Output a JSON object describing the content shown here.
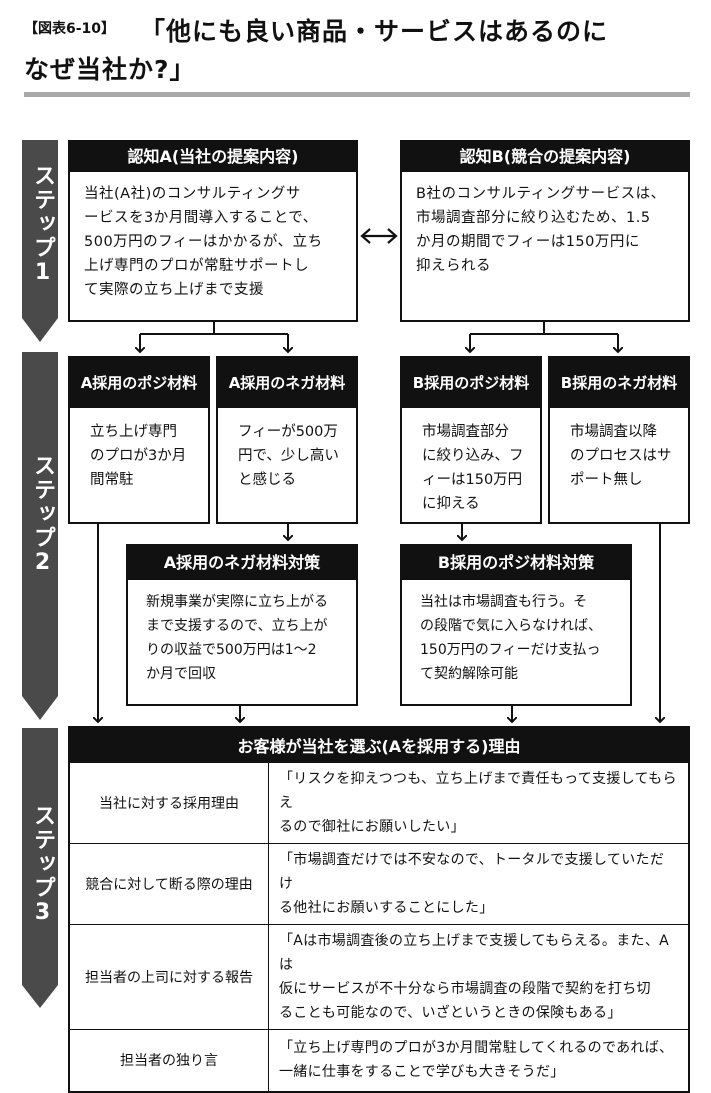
{
  "header": {
    "fig_label": "【図表6-10】",
    "title_line1": "「他にも良い商品・サービスはあるのに",
    "title_line2": "なぜ当社か?」"
  },
  "steps": [
    "ステップ1",
    "ステップ2",
    "ステップ3"
  ],
  "step1": {
    "a": {
      "title": "認知A(当社の提案内容)",
      "body": "当社(A社)のコンサルティングサ\nービスを3か月間導入することで、\n500万円のフィーはかかるが、立ち\n上げ専門のプロが常駐サポートし\nて実際の立ち上げまで支援"
    },
    "b": {
      "title": "認知B(競合の提案内容)",
      "body": "B社のコンサルティングサービスは、\n市場調査部分に絞り込むため、1.5\nか月の期間でフィーは150万円に\n抑えられる"
    }
  },
  "step2": {
    "a_posi": {
      "title": "A採用のポジ材料",
      "body": "立ち上げ専門\nのプロが3か月\n間常駐"
    },
    "a_nega": {
      "title": "A採用のネガ材料",
      "body": "フィーが500万\n円で、少し高い\nと感じる"
    },
    "b_posi": {
      "title": "B採用のポジ材料",
      "body": "市場調査部分\nに絞り込み、フ\nィーは150万円\nに抑える"
    },
    "b_nega": {
      "title": "B採用のネガ材料",
      "body": "市場調査以降\nのプロセスはサ\nポート無し"
    },
    "a_nega_measure": {
      "title": "A採用のネガ材料対策",
      "body": "新規事業が実際に立ち上がる\nまで支援するので、立ち上が\nりの収益で500万円は1〜2\nか月で回収"
    },
    "b_posi_measure": {
      "title": "B採用のポジ材料対策",
      "body": "当社は市場調査も行う。そ\nの段階で気に入らなければ、\n150万円のフィーだけ支払っ\nて契約解除可能"
    }
  },
  "step3": {
    "title": "お客様が当社を選ぶ(Aを採用する)理由",
    "rows": [
      {
        "label": "当社に対する採用理由",
        "text": "「リスクを抑えつつも、立ち上げまで責任もって支援してもらえ\nるので御社にお願いしたい」"
      },
      {
        "label": "競合に対して断る際の理由",
        "text": "「市場調査だけでは不安なので、トータルで支援していただけ\nる他社にお願いすることにした」"
      },
      {
        "label": "担当者の上司に対する報告",
        "text": "「Aは市場調査後の立ち上げまで支援してもらえる。また、Aは\n仮にサービスが不十分なら市場調査の段階で契約を打ち切\nることも可能なので、いざというときの保険もある」"
      },
      {
        "label": "担当者の独り言",
        "text": "「立ち上げ専門のプロが3か月間常駐してくれるのであれば、\n一緒に仕事をすることで学びも大きそうだ」"
      }
    ]
  }
}
